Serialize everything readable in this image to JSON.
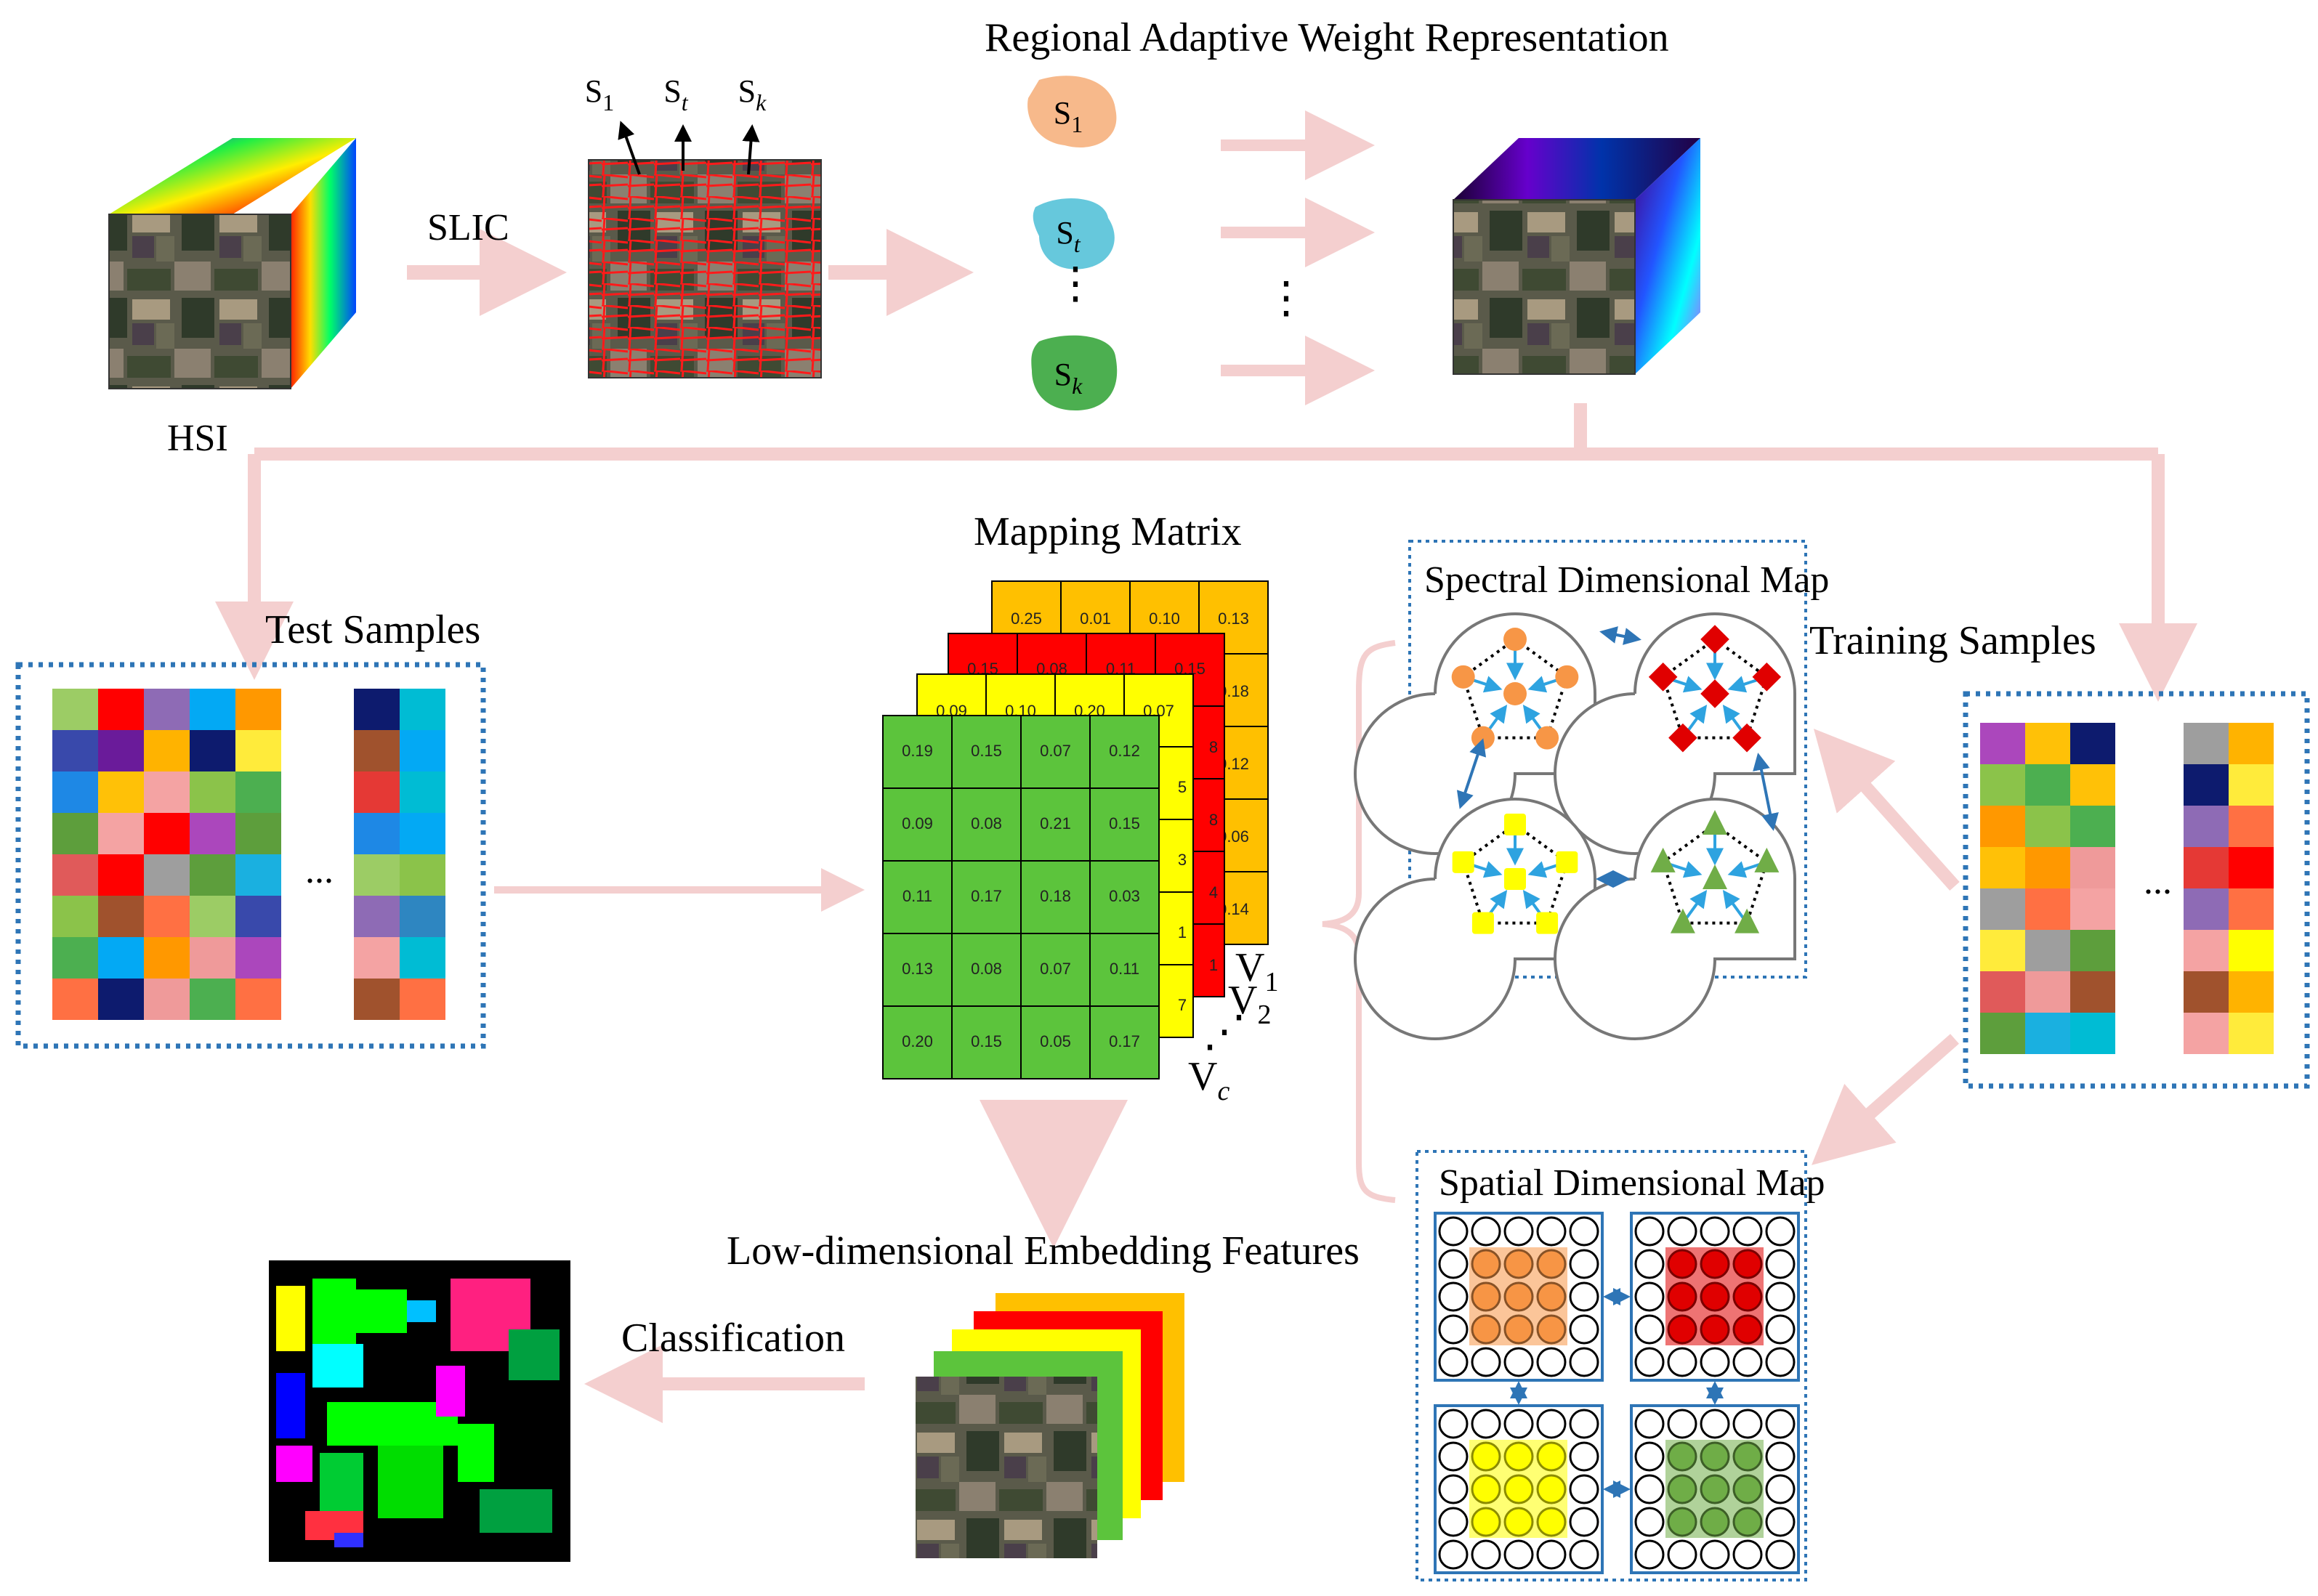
{
  "labels": {
    "hsi": "HSI",
    "slic": "SLIC",
    "regional_title": "Regional Adaptive Weight Representation",
    "mapping_matrix": "Mapping Matrix",
    "test_samples": "Test Samples",
    "training_samples": "Training Samples",
    "spectral_map": "Spectral Dimensional Map",
    "spatial_map": "Spatial Dimensional Map",
    "low_dim": "Low-dimensional Embedding Features",
    "classification": "Classification",
    "ellipsis": "..."
  },
  "superpixels": {
    "s1": {
      "base": "S",
      "sub": "1"
    },
    "st": {
      "base": "S",
      "sub": "t"
    },
    "sk": {
      "base": "S",
      "sub": "k"
    }
  },
  "views": {
    "v1": {
      "base": "V",
      "sub": "1"
    },
    "v2": {
      "base": "V",
      "sub": "2"
    },
    "vc": {
      "base": "V",
      "sub": "c"
    }
  },
  "matrix_front": [
    [
      "0.19",
      "0.15",
      "0.07",
      "0.12"
    ],
    [
      "0.09",
      "0.08",
      "0.21",
      "0.15"
    ],
    [
      "0.11",
      "0.17",
      "0.18",
      "0.03"
    ],
    [
      "0.13",
      "0.08",
      "0.07",
      "0.11"
    ],
    [
      "0.20",
      "0.15",
      "0.05",
      "0.17"
    ]
  ],
  "matrix_yellow_top": [
    "0.09",
    "0.10",
    "0.20",
    "0.07"
  ],
  "matrix_red_top": [
    "0.15",
    "0.08",
    "0.11",
    "0.15"
  ],
  "matrix_orange": {
    "top": [
      "0.25",
      "0.01",
      "0.10",
      "0.13"
    ],
    "right": [
      "0.18",
      "0.12",
      "0.06",
      "0.14"
    ]
  },
  "matrix_partial": {
    "yellow_right": [
      "5",
      "3",
      "1",
      "7"
    ],
    "red_right": [
      "8",
      "8",
      "4",
      "1"
    ]
  },
  "colors": {
    "arrow": "#f4cfcf",
    "frame_dotted": "#2e75b6",
    "matrix_green": "#5cc43c",
    "matrix_yellow": "#ffff00",
    "matrix_red": "#ff0000",
    "matrix_orange": "#ffc000",
    "blob_s1": "#f7b98b",
    "blob_st": "#66c8dc",
    "blob_sk": "#4caf50",
    "node_orange": "#f79646",
    "node_red": "#e00000",
    "node_yellow": "#ffff00",
    "node_green": "#70ad47",
    "link_blue": "#2ea3e0"
  }
}
